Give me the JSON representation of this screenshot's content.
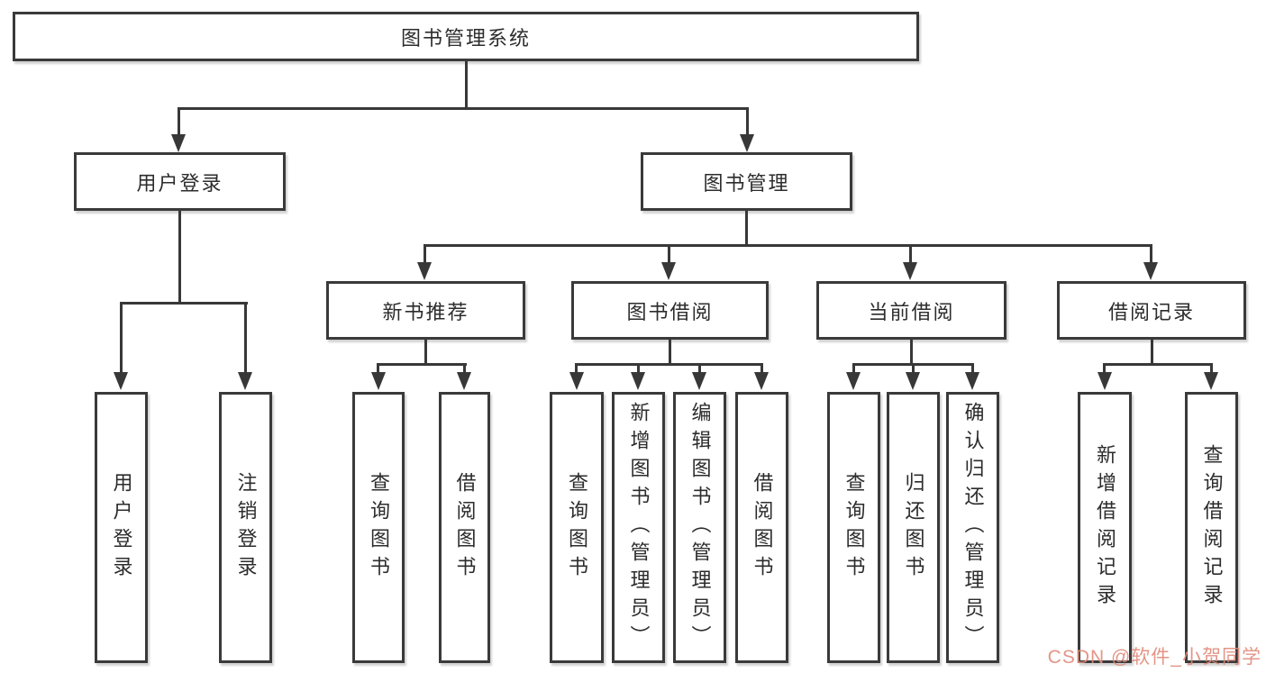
{
  "diagram_type": "hierarchy-tree",
  "tree": {
    "root": {
      "label": "图书管理系统"
    },
    "login": {
      "label": "用户登录",
      "children": {
        "userLogin": {
          "label": "用户登录"
        },
        "logout": {
          "label": "注销登录"
        }
      }
    },
    "mgmt": {
      "label": "图书管理",
      "children": {
        "newBookRec": {
          "label": "新书推荐",
          "children": {
            "queryBook": {
              "label": "查询图书"
            },
            "borrowBook": {
              "label": "借阅图书"
            }
          }
        },
        "bookBorrow": {
          "label": "图书借阅",
          "children": {
            "queryBook": {
              "label": "查询图书"
            },
            "addBook": {
              "label": "新增图书（管理员）"
            },
            "editBook": {
              "label": "编辑图书（管理员）"
            },
            "borrowBook": {
              "label": "借阅图书"
            }
          }
        },
        "currentBorrow": {
          "label": "当前借阅",
          "children": {
            "queryBook": {
              "label": "查询图书"
            },
            "returnBook": {
              "label": "归还图书"
            },
            "confirmReturn": {
              "label": "确认归还（管理员）"
            }
          }
        },
        "borrowRecord": {
          "label": "借阅记录",
          "children": {
            "addRecord": {
              "label": "新增借阅记录"
            },
            "queryRecord": {
              "label": "查询借阅记录"
            }
          }
        }
      }
    }
  },
  "watermark": {
    "text": "CSDN @软件_小贺同学",
    "color": "#e08a7a"
  },
  "colors": {
    "line": "#383838",
    "border": "#3a3a3a",
    "text": "#2c2c2c",
    "background": "#ffffff"
  }
}
